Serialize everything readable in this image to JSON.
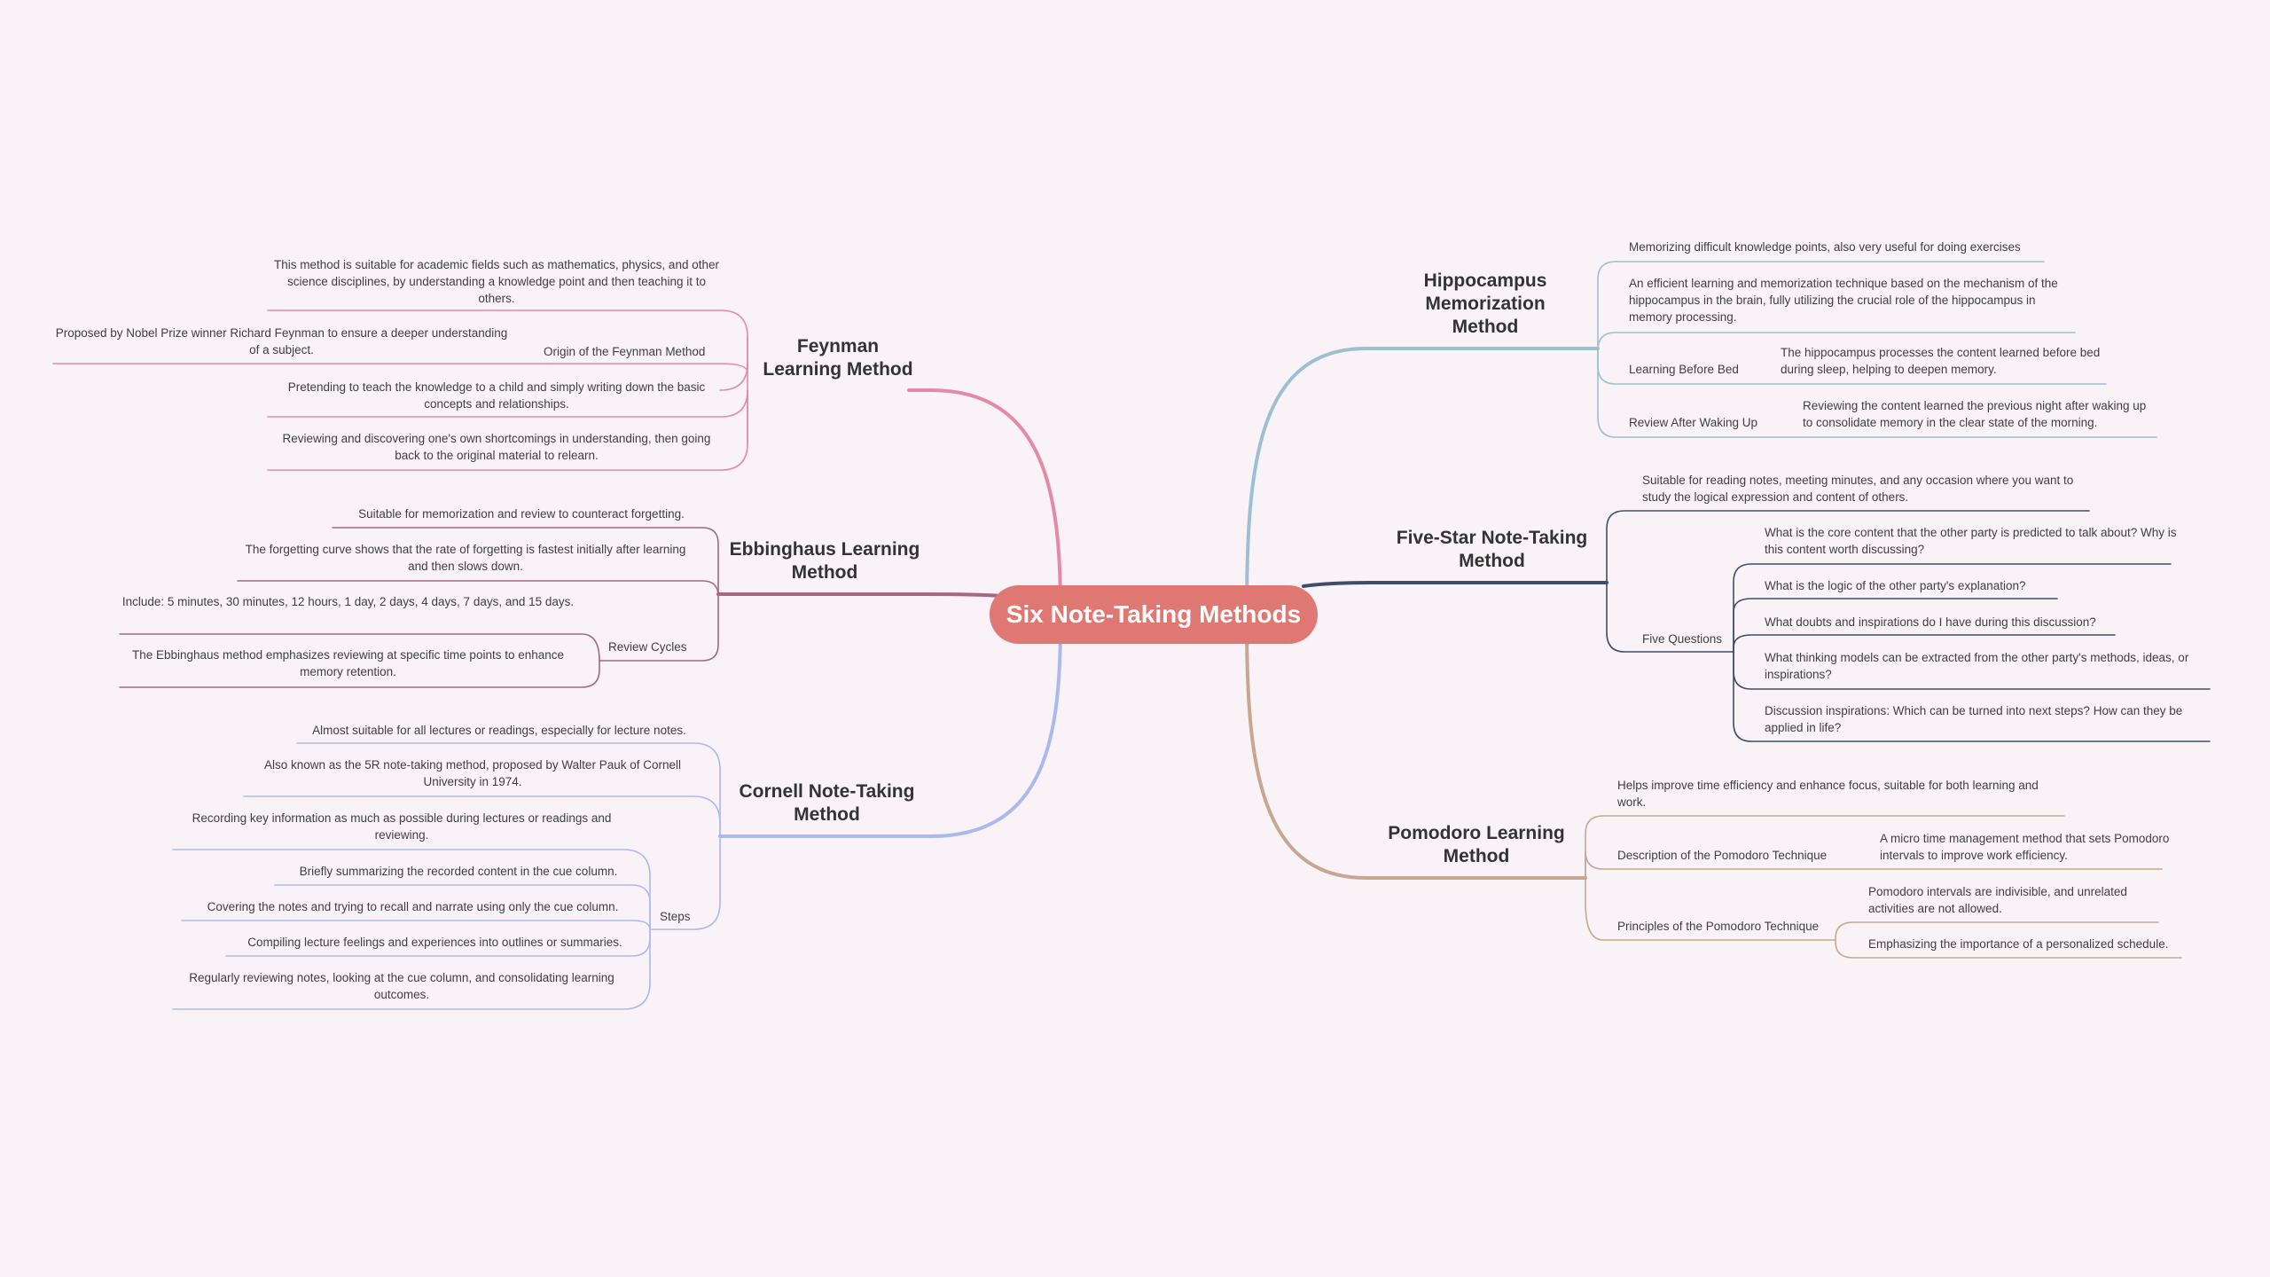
{
  "root": {
    "title": "Six Note-Taking Methods"
  },
  "colors": {
    "background": "#f9f2f7",
    "root": "#df7873",
    "feynman": "#e58aa6",
    "ebbinghaus": "#a8677f",
    "cornell": "#aab9f0",
    "hippocampus": "#9cbfd1",
    "five_star": "#3f4d66",
    "pomodoro": "#c6a791"
  },
  "feynman": {
    "title": "Feynman Learning Method",
    "suitability": "This method is suitable for academic fields such as mathematics, physics, and other science disciplines, by understanding a knowledge point and then teaching it to others.",
    "origin_label": "Origin of the Feynman Method",
    "origin_detail": "Proposed by Nobel Prize winner Richard Feynman to ensure a deeper understanding of a subject.",
    "pretend": "Pretending to teach the knowledge to a child and simply writing down the basic concepts and relationships.",
    "review": "Reviewing and discovering one's own shortcomings in understanding, then going back to the original material to relearn."
  },
  "ebbinghaus": {
    "title": "Ebbinghaus Learning Method",
    "suitability": "Suitable for memorization and review to counteract forgetting.",
    "curve": "The forgetting curve shows that the rate of forgetting is fastest initially after learning and then slows down.",
    "cycles_label": "Review Cycles",
    "cycles_include": "Include: 5 minutes, 30 minutes, 12 hours, 1 day, 2 days, 4 days, 7 days, and 15 days.",
    "cycles_emphasis": "The Ebbinghaus method emphasizes reviewing at specific time points to enhance memory retention."
  },
  "cornell": {
    "title": "Cornell Note-Taking Method",
    "suitability": "Almost suitable for all lectures or readings, especially for lecture notes.",
    "aka": "Also known as the 5R note-taking method, proposed by Walter Pauk of Cornell University in 1974.",
    "steps_label": "Steps",
    "steps": [
      "Recording key information as much as possible during lectures or readings and reviewing.",
      "Briefly summarizing the recorded content in the cue column.",
      "Covering the notes and trying to recall and narrate using only the cue column.",
      "Compiling lecture feelings and experiences into outlines or summaries.",
      "Regularly reviewing notes, looking at the cue column, and consolidating learning outcomes."
    ]
  },
  "hippocampus": {
    "title": "Hippocampus Memorization Method",
    "memorizing": "Memorizing difficult knowledge points, also very useful for doing exercises",
    "efficient": "An efficient learning and memorization technique based on the mechanism of the hippocampus in the brain, fully utilizing the crucial role of the hippocampus in memory processing.",
    "before_bed_label": "Learning Before Bed",
    "before_bed_detail": "The hippocampus processes the content learned before bed during sleep, helping to deepen memory.",
    "after_waking_label": "Review After Waking Up",
    "after_waking_detail": "Reviewing the content learned the previous night after waking up to consolidate memory in the clear state of the morning."
  },
  "five_star": {
    "title": "Five-Star Note-Taking Method",
    "suitability": "Suitable for reading notes, meeting minutes, and any occasion where you want to study the logical expression and content of others.",
    "questions_label": "Five Questions",
    "questions": [
      "What is the core content that the other party is predicted to talk about? Why is this content worth discussing?",
      "What is the logic of the other party's explanation?",
      "What doubts and inspirations do I have during this discussion?",
      "What thinking models can be extracted from the other party's methods, ideas, or inspirations?",
      "Discussion inspirations: Which can be turned into next steps? How can they be applied in life?"
    ]
  },
  "pomodoro": {
    "title": "Pomodoro Learning Method",
    "helps": "Helps improve time efficiency and enhance focus, suitable for both learning and work.",
    "description_label": "Description of the Pomodoro Technique",
    "description_detail": "A micro time management method that sets Pomodoro intervals to improve work efficiency.",
    "principles_label": "Principles of the Pomodoro Technique",
    "principles": [
      "Pomodoro intervals are indivisible, and unrelated activities are not allowed.",
      "Emphasizing the importance of a personalized schedule."
    ]
  }
}
